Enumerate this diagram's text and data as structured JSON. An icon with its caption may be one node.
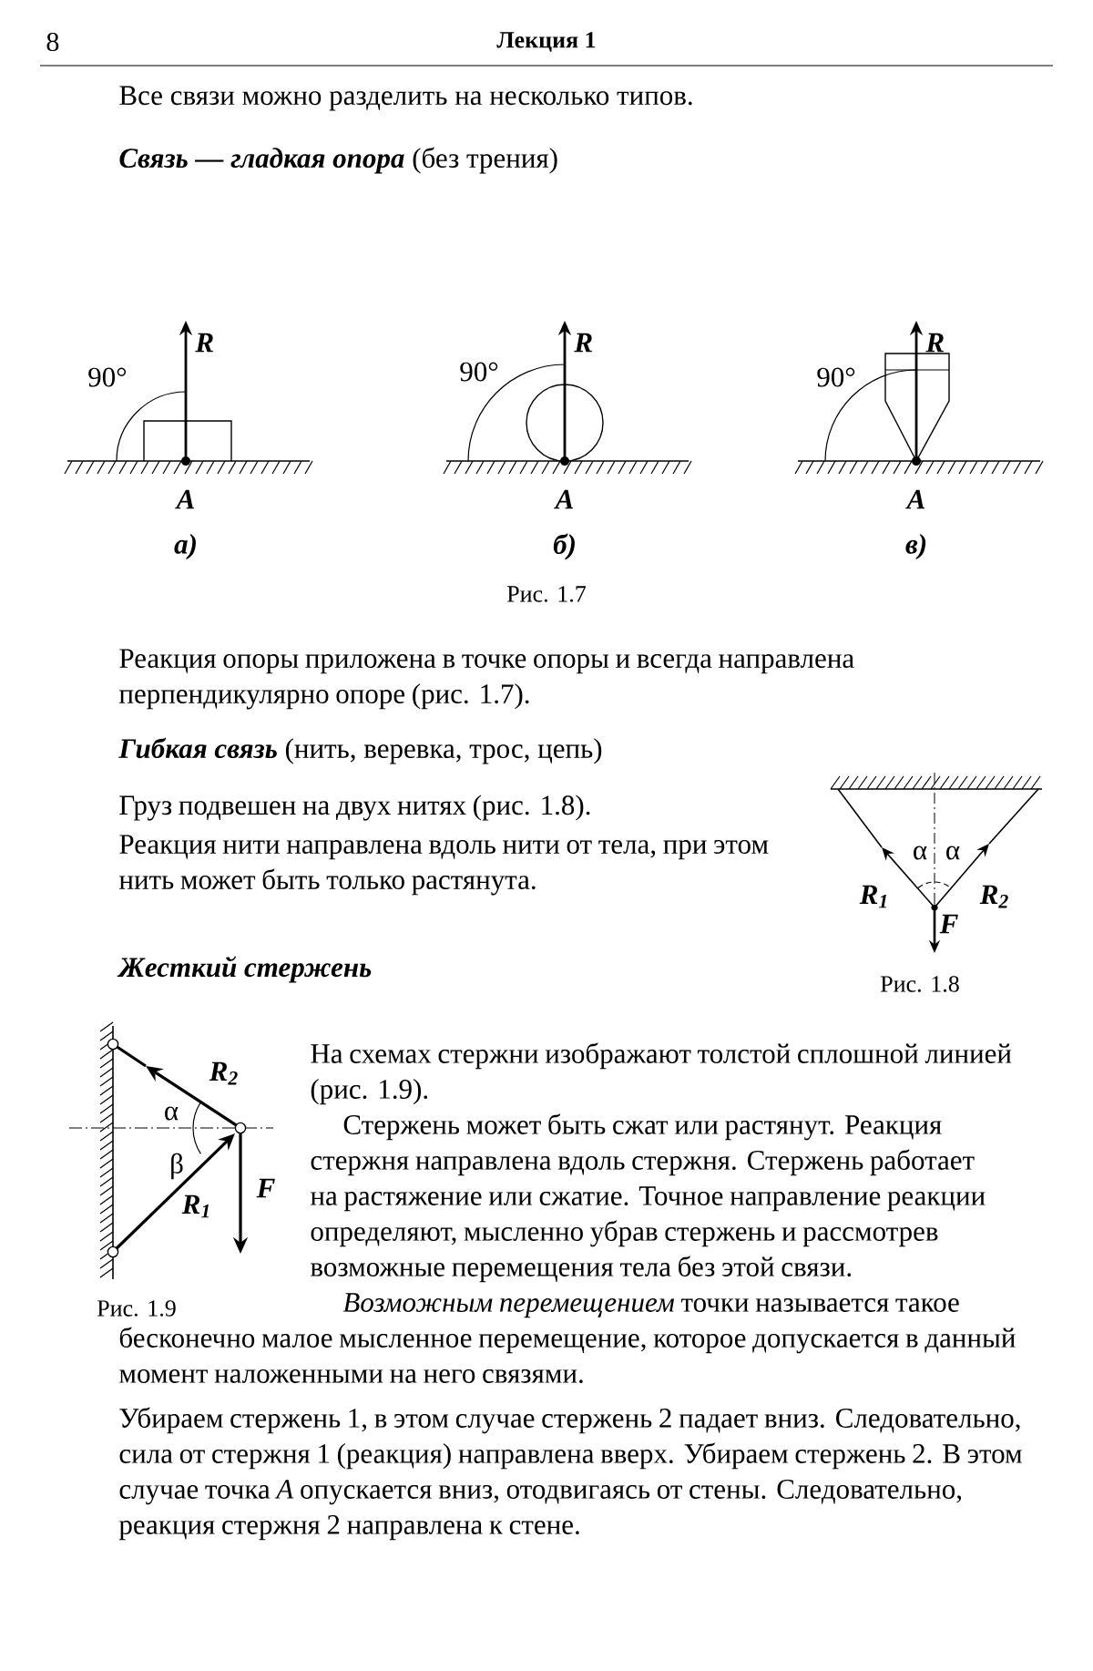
{
  "diagram": {
    "labels": [
      "8",
      "Лекция 1",
      "Все связи можно разделить на несколько типов.",
      "Связь — гладкая опора",
      "(без трения)",
      "R",
      "90°",
      "A",
      "а)",
      "R",
      "90°",
      "A",
      "б)",
      "R",
      "90°",
      "A",
      "в)",
      "Рис. 1.7",
      "Реакция опоры приложена в точке опоры и всегда направлена перпендикулярно опоре (рис. 1.7).",
      "Гибкая связь",
      "(нить, веревка, трос, цепь)",
      "Груз подвешен на двух нитях (рис. 1.8).",
      "Реакция нити направлена вдоль нити от тела, при этом нить может быть только растянута.",
      "α",
      "α",
      "R$_{1}$",
      "R$_{2}$",
      "F",
      "Рис. 1.8",
      "Жесткий стержень",
      "R$_{2}$",
      "α",
      "β",
      "R$_{1}$",
      "F",
      "Рис. 1.9",
      "На схемах стержни изображают толстой сплошной линией (рис. 1.9).",
      "Стержень может быть сжат или растянут. Реакция стержня направлена вдоль стержня. Стержень работает на растяжение или сжатие. Точное направление реакции определяют, мысленно убрав стержень и рассмотрев возможные перемещения тела без этой связи.",
      "*Возможным перемещением* точки называется такое бесконечно малое мысленное перемещение, которое допускается в данный момент наложенными на него связями.",
      "Убираем стержень 1, в этом случае стержень 2 падает вниз. Следовательно, сила от стержня 1 (реакция) направлена вверх. Убираем стержень 2. В этом случае точка *A* опускается вниз, отодвигаясь от стены. Следовательно, реакция стержня 2 направлена к стене."
    ]
  }
}
